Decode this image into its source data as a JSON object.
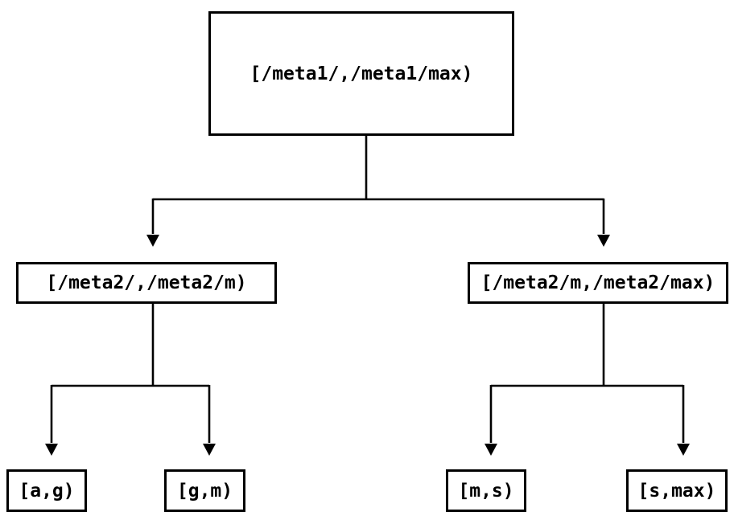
{
  "diagram": {
    "nodes": {
      "root": {
        "label": "[/meta1/,/meta1/max)"
      },
      "meta_left": {
        "label": "[/meta2/,/meta2/m)"
      },
      "meta_right": {
        "label": "[/meta2/m,/meta2/max)"
      },
      "leaf_ag": {
        "label": "[a,g)"
      },
      "leaf_gm": {
        "label": "[g,m)"
      },
      "leaf_ms": {
        "label": "[m,s)"
      },
      "leaf_smax": {
        "label": "[s,max)"
      }
    },
    "colors": {
      "line": "#000000",
      "box_border": "#000000",
      "text": "#000000",
      "background": "#ffffff"
    }
  }
}
